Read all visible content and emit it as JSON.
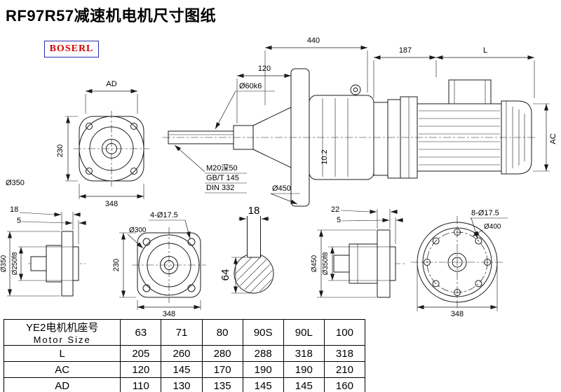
{
  "page": {
    "title": "RF97R57减速机电机尺寸图纸",
    "brand": "BOSERL"
  },
  "drawing": {
    "front_view": {
      "ad": "AD",
      "d230": "230",
      "d350": "Ø350",
      "d348": "348"
    },
    "side_view": {
      "d440": "440",
      "d120": "120",
      "shaft_dia": "Ø60k6",
      "thread_note": "M20深50",
      "std_note": "GB/T 145",
      "din_note": "DIN 332",
      "d450": "Ø450",
      "d102": "10.2"
    },
    "motor_view": {
      "d187": "187",
      "l": "L",
      "ac": "AC"
    },
    "flange_side_small": {
      "d18": "18",
      "d5": "5",
      "od": "Ø350",
      "spigot": "Ø250f8"
    },
    "flange_front_small": {
      "holes": "4-Ø17.5",
      "bolt_circle": "Ø300",
      "d230": "230",
      "d348": "348"
    },
    "shaft_section": {
      "key_width": "18",
      "key_height": "64"
    },
    "flange_side_large": {
      "d22": "22",
      "d5": "5",
      "od": "Ø450",
      "spigot": "Ø350f8"
    },
    "flange_rear": {
      "holes": "8-Ø17.5",
      "bolt_circle": "Ø400",
      "d348": "348"
    }
  },
  "table": {
    "header_cn": "YE2电机机座号",
    "header_en": "Motor Size",
    "columns": [
      "63",
      "71",
      "80",
      "90S",
      "90L",
      "100"
    ],
    "rows": [
      {
        "label": "L",
        "values": [
          "205",
          "260",
          "280",
          "288",
          "318",
          "318"
        ]
      },
      {
        "label": "AC",
        "values": [
          "120",
          "145",
          "170",
          "190",
          "190",
          "210"
        ]
      },
      {
        "label": "AD",
        "values": [
          "110",
          "130",
          "135",
          "145",
          "145",
          "160"
        ]
      }
    ]
  }
}
